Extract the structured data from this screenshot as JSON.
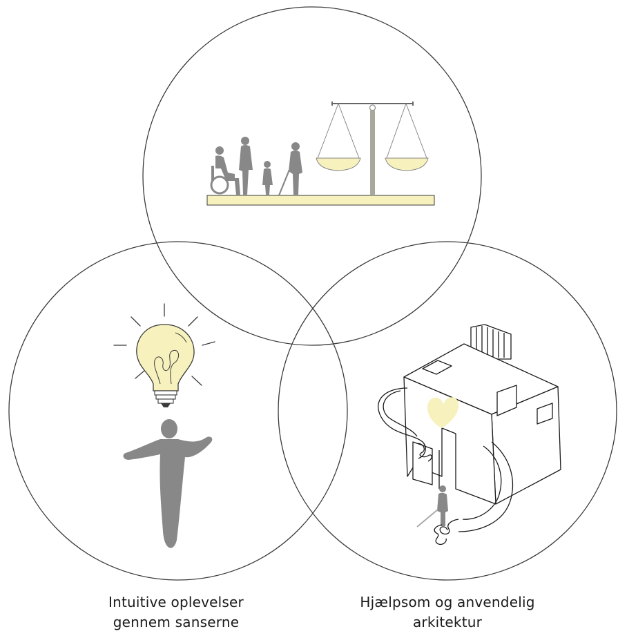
{
  "colors": {
    "line": "#3a3a3a",
    "figure_gray": "#888888",
    "accent_yellow": "#f6f1bd",
    "background": "#ffffff"
  },
  "circles": {
    "top": {
      "name": "equality-circle",
      "icons": [
        "people-group-icon",
        "scale-icon"
      ]
    },
    "left": {
      "name": "senses-circle",
      "icons": [
        "lightbulb-icon",
        "person-figure-icon"
      ]
    },
    "right": {
      "name": "architecture-circle",
      "icons": [
        "house-heart-icon",
        "person-with-cane-icon"
      ]
    }
  },
  "captions": {
    "left": {
      "line1": "Intuitive oplevelser",
      "line2": "gennem sanserne"
    },
    "right": {
      "line1": "Hjælpsom og anvendelig",
      "line2": "arkitektur"
    }
  }
}
